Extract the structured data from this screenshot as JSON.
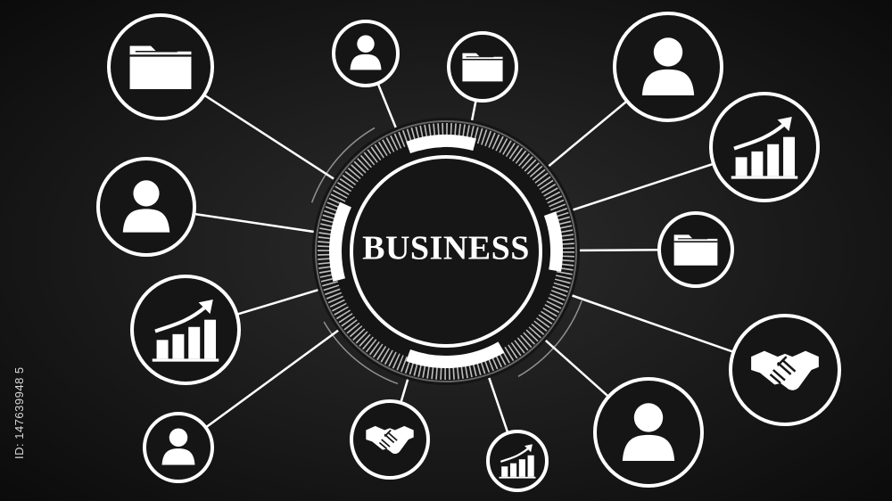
{
  "center": {
    "label": "BUSINESS"
  },
  "side_text": "ID: 147639948 5",
  "nodes": [
    {
      "id": "folder-top-left",
      "icon": "folder-icon"
    },
    {
      "id": "person-top-small",
      "icon": "person-icon"
    },
    {
      "id": "folder-top-small",
      "icon": "folder-icon"
    },
    {
      "id": "person-top-right",
      "icon": "person-icon"
    },
    {
      "id": "chart-right",
      "icon": "growth-chart-icon"
    },
    {
      "id": "person-left",
      "icon": "person-icon"
    },
    {
      "id": "folder-right-small",
      "icon": "folder-icon"
    },
    {
      "id": "chart-left",
      "icon": "growth-chart-icon"
    },
    {
      "id": "handshake-right",
      "icon": "handshake-icon"
    },
    {
      "id": "person-bottom-left",
      "icon": "person-icon"
    },
    {
      "id": "handshake-bottom",
      "icon": "handshake-icon"
    },
    {
      "id": "chart-bottom-small",
      "icon": "growth-chart-icon"
    },
    {
      "id": "person-bottom-right",
      "icon": "person-icon"
    }
  ],
  "colors": {
    "stroke": "#ffffff",
    "background": "#161616"
  }
}
